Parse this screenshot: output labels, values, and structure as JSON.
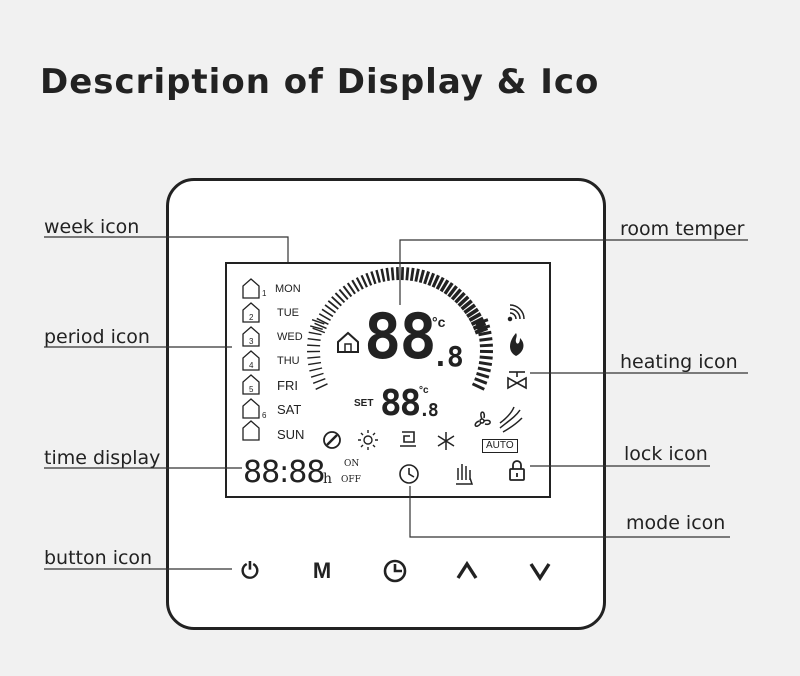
{
  "title": "Description of Display & Ico",
  "callouts": {
    "week": "week icon",
    "period": "period icon",
    "time": "time display",
    "button": "button icon",
    "room": "room temper",
    "heating": "heating icon",
    "lock": "lock icon",
    "mode": "mode icon"
  },
  "lcd": {
    "days": [
      "MON",
      "TUE",
      "WED",
      "THU",
      "FRI",
      "SAT",
      "SUN"
    ],
    "periods": [
      "1",
      "2",
      "3",
      "4",
      "5",
      "6"
    ],
    "room_temp": "88",
    "room_decimal": ".8",
    "room_unit": "°c",
    "set_label": "SET",
    "set_temp": "88",
    "set_decimal": ".8",
    "set_unit": "°c",
    "time": "88:88",
    "time_unit": "h",
    "on": "ON",
    "off": "OFF",
    "auto": "AUTO"
  },
  "buttons": {
    "power": "⏻",
    "mode": "M",
    "up": "∧",
    "down": "∨"
  }
}
